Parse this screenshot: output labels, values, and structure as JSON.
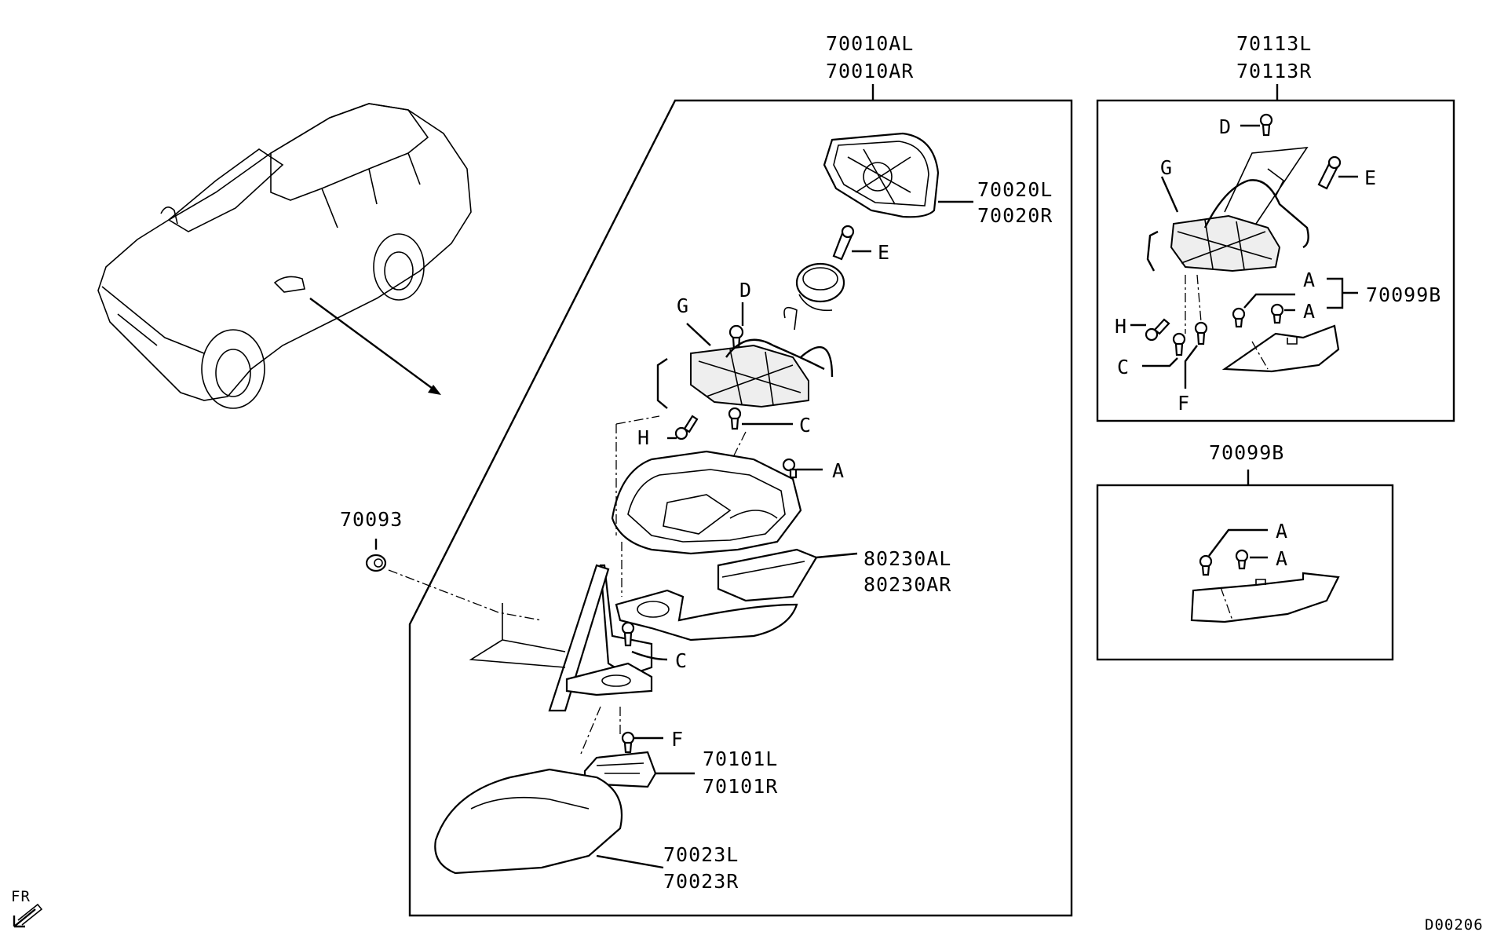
{
  "labels": {
    "assy_l": "70010AL",
    "assy_r": "70010AR",
    "mirror_l": "70020L",
    "mirror_r": "70020R",
    "lamp_l": "80230AL",
    "lamp_r": "80230AR",
    "cover_l": "70101L",
    "cover_r": "70101R",
    "housing_l": "70023L",
    "housing_r": "70023R",
    "seal": "70093",
    "motor_l": "70113L",
    "motor_r": "70113R",
    "bracket": "70099B",
    "bracket_title": "70099B",
    "A": "A",
    "C": "C",
    "D": "D",
    "E": "E",
    "F": "F",
    "G": "G",
    "H": "H",
    "front": "FR",
    "diagram_code": "D00206"
  }
}
